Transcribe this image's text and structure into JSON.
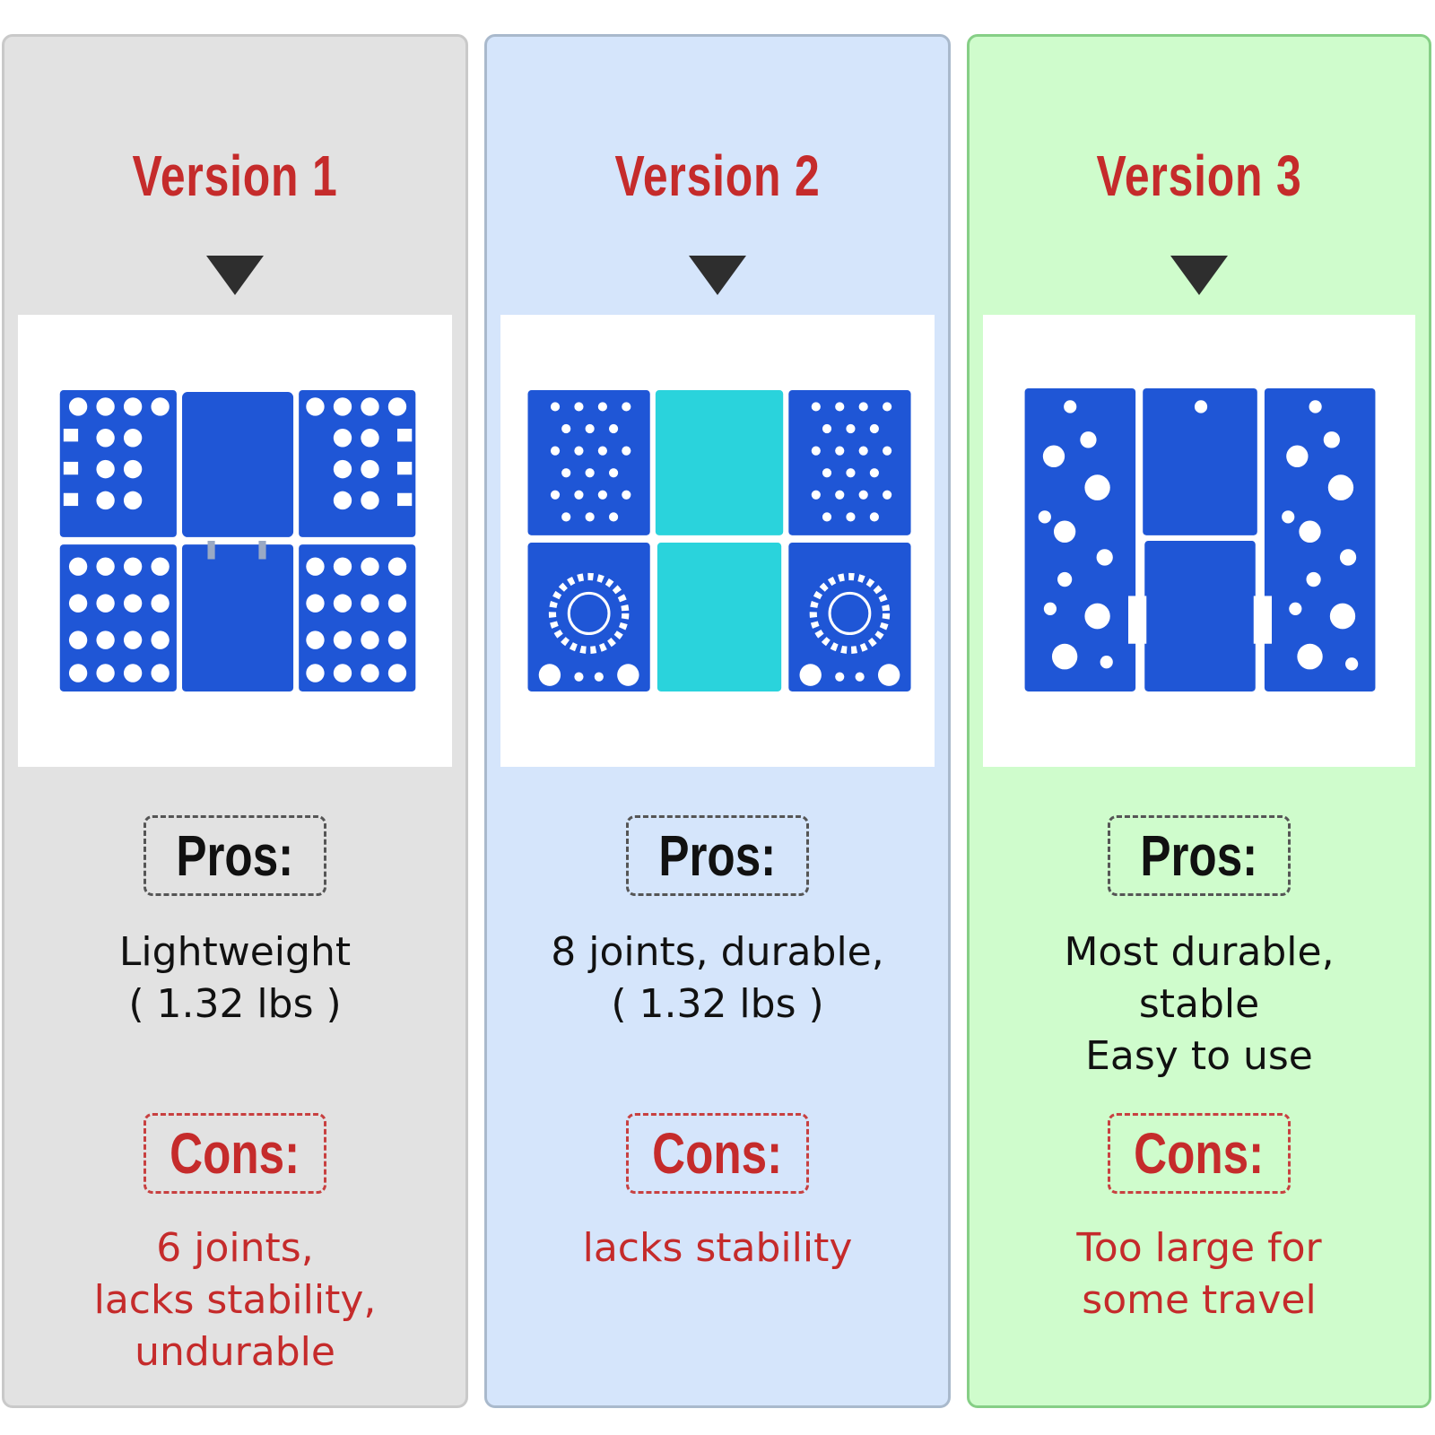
{
  "colors": {
    "title_red": "#c52b2b",
    "pros_text": "#111111",
    "cons_text": "#c52b2b",
    "board_blue": "#1f56d6",
    "board_cyan": "#2ad3dc"
  },
  "columns": [
    {
      "title": "Version 1",
      "background": "#e2e2e2",
      "border": "#c9c9c9",
      "pros_label": "Pros:",
      "pros_lines": [
        "Lightweight",
        "( 1.32 lbs )"
      ],
      "cons_label": "Cons:",
      "cons_lines": [
        "6 joints,",
        "lacks stability,",
        "undurable"
      ]
    },
    {
      "title": "Version 2",
      "background": "#d5e5fb",
      "border": "#a9b9cc",
      "pros_label": "Pros:",
      "pros_lines": [
        "8 joints, durable,",
        "( 1.32 lbs )"
      ],
      "cons_label": "Cons:",
      "cons_lines": [
        "lacks stability"
      ]
    },
    {
      "title": "Version 3",
      "background": "#cffccc",
      "border": "#86cf86",
      "pros_label": "Pros:",
      "pros_lines": [
        "Most durable,",
        "stable",
        "Easy to use"
      ],
      "cons_label": "Cons:",
      "cons_lines": [
        "Too large for",
        "some travel"
      ]
    }
  ]
}
